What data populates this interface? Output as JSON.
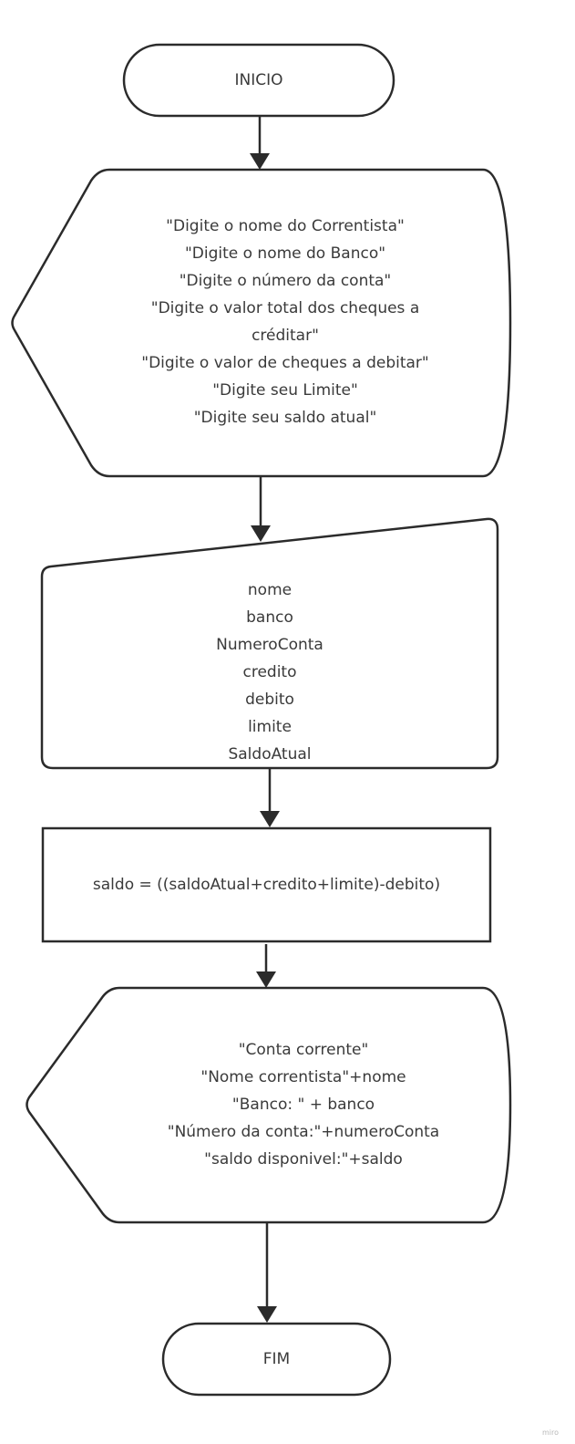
{
  "start": {
    "label": "INICIO"
  },
  "prompt_block": {
    "lines": [
      "\"Digite o nome do Correntista\"",
      "\"Digite o nome do Banco\"",
      "\"Digite o número da conta\"",
      "\"Digite o valor total dos cheques a",
      "créditar\"",
      "\"Digite o valor de cheques a debitar\"",
      "\"Digite seu Limite\"",
      "\"Digite seu saldo atual\""
    ]
  },
  "input_block": {
    "lines": [
      "nome",
      "banco",
      "NumeroConta",
      "credito",
      "debito",
      "limite",
      "SaldoAtual"
    ]
  },
  "process_block": {
    "text": "saldo = ((saldoAtual+credito+limite)-debito)"
  },
  "output_block": {
    "lines": [
      "\"Conta corrente\"",
      "\"Nome correntista\"+nome",
      "\"Banco: \" + banco",
      "\"Número da conta:\"+numeroConta",
      "\"saldo disponivel:\"+saldo"
    ]
  },
  "end": {
    "label": "FIM"
  },
  "watermark": {
    "text": "miro"
  },
  "colors": {
    "stroke": "#2b2b2b",
    "text": "#3a3a3a",
    "background": "#ffffff"
  }
}
